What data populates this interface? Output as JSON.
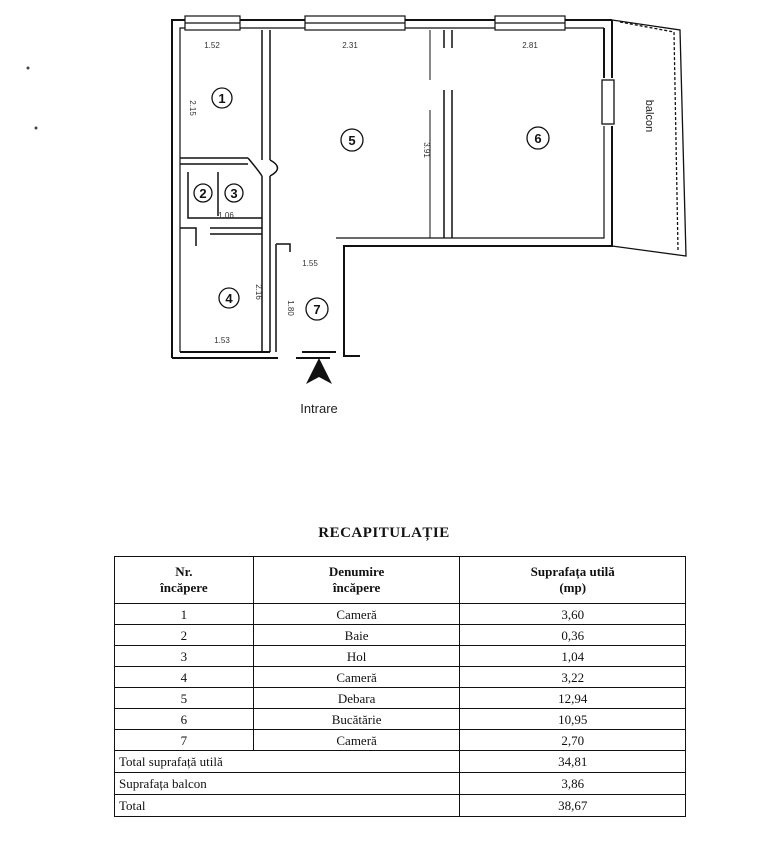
{
  "floor_plan": {
    "dimensions": [
      "1.52",
      "2.31",
      "2.81",
      "1.55",
      "1.53",
      "3.91",
      "1.06",
      "2.16",
      "1.80",
      "2.15"
    ],
    "rooms": [
      "1",
      "2",
      "3",
      "4",
      "5",
      "6",
      "7"
    ],
    "balcony_label": "balcon",
    "entrance_label": "Intrare"
  },
  "summary": {
    "title": "RECAPITULAȚIE",
    "headers": {
      "room_number": [
        "Nr.",
        "încăpere"
      ],
      "room_name": [
        "Denumire",
        "încăpere"
      ],
      "area": [
        "Suprafața utilă",
        "(mp)"
      ]
    },
    "rows": [
      {
        "nr": "1",
        "name": "Cameră",
        "area": "3,60"
      },
      {
        "nr": "2",
        "name": "Baie",
        "area": "0,36"
      },
      {
        "nr": "3",
        "name": "Hol",
        "area": "1,04"
      },
      {
        "nr": "4",
        "name": "Cameră",
        "area": "3,22"
      },
      {
        "nr": "5",
        "name": "Debara",
        "area": "12,94"
      },
      {
        "nr": "6",
        "name": "Bucătărie",
        "area": "10,95"
      },
      {
        "nr": "7",
        "name": "Cameră",
        "area": "2,70"
      }
    ],
    "totals": [
      {
        "label": "Total suprafață utilă",
        "value": "34,81"
      },
      {
        "label": "Suprafața balcon",
        "value": "3,86"
      },
      {
        "label": "Total",
        "value": "38,67"
      }
    ]
  }
}
